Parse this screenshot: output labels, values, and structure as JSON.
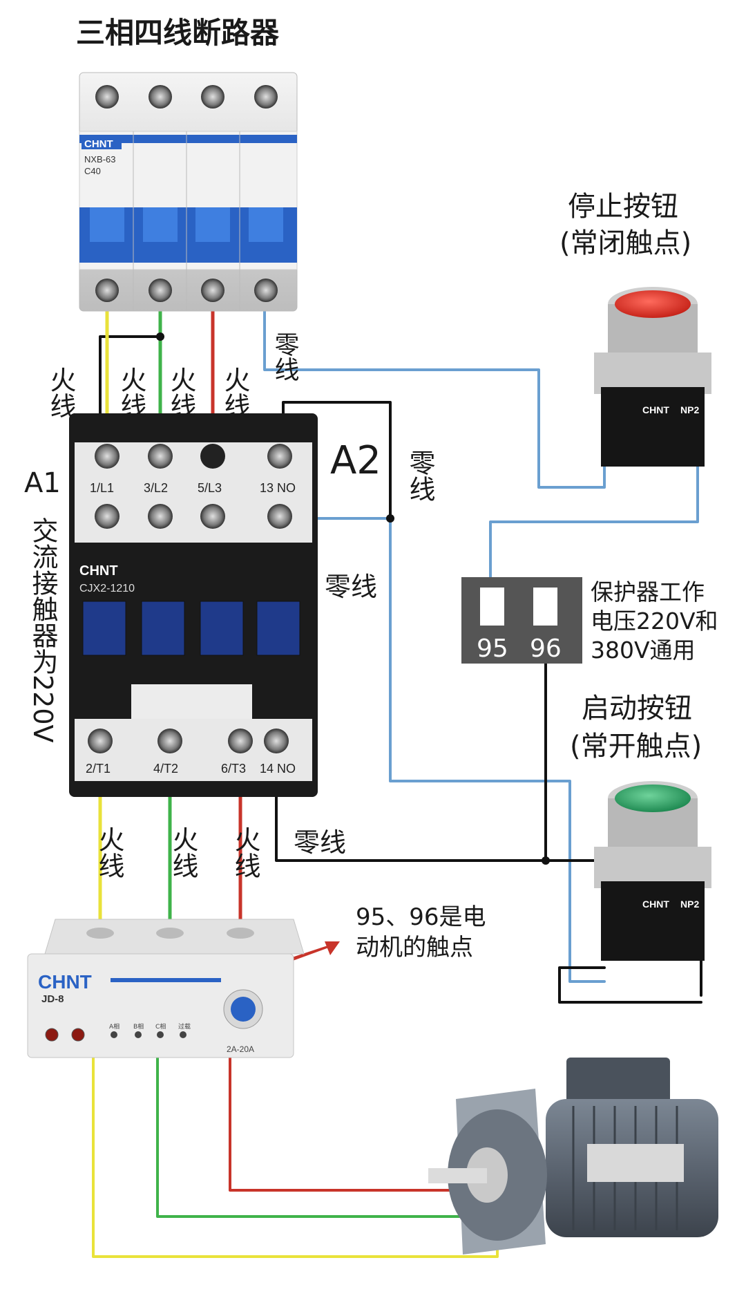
{
  "title": "三相四线断路器",
  "labels": {
    "huoxian": "火线",
    "lingxian": "零线",
    "a1": "A1",
    "a2": "A2",
    "contactor_side": "交流接触器为220V",
    "stop_button_line1": "停止按钮",
    "stop_button_line2": "(常闭触点)",
    "start_button_line1": "启动按钮",
    "start_button_line2": "(常开触点)",
    "protector_line1": "保护器工作",
    "protector_line2": "电压220V和",
    "protector_line3": "380V通用",
    "contact_note_line1": "95、96是电",
    "contact_note_line2": "动机的触点",
    "relay_95": "95",
    "relay_96": "96"
  },
  "breaker": {
    "brand": "CHNT",
    "model": "NXB-63",
    "rating": "C40"
  },
  "contactor": {
    "brand": "CHNT",
    "model": "CJX2-1210",
    "top_terminals": [
      "1/L1",
      "3/L2",
      "5/L3",
      "13 NO"
    ],
    "bottom_terminals": [
      "2/T1",
      "4/T2",
      "6/T3",
      "14 NO"
    ]
  },
  "protector": {
    "brand": "CHNT",
    "model": "JD-8",
    "indicators": [
      "A相",
      "B相",
      "C相",
      "过载"
    ],
    "range": "2A-20A"
  },
  "buttons": {
    "brand": "CHNT",
    "model": "NP2"
  },
  "colors": {
    "phase_yellow": "#e9e23a",
    "phase_green": "#3fb34a",
    "phase_red": "#c8342a",
    "neutral_blue": "#6a9fd0",
    "control_black": "#111111",
    "stop_red": "#e33a2c",
    "start_green": "#2fa36a",
    "breaker_blue": "#2a62c4"
  }
}
